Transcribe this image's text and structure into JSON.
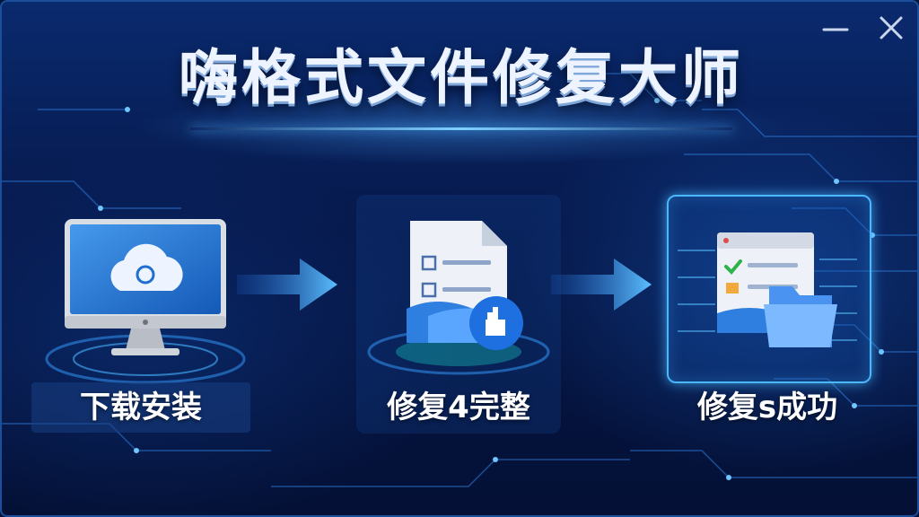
{
  "window": {
    "title": "嗨格式文件修复大师",
    "controls": {
      "minimize_icon": "minimize-icon",
      "close_icon": "close-icon"
    }
  },
  "steps": [
    {
      "label": "下载安装",
      "icon": "monitor-cloud-icon",
      "active": false
    },
    {
      "label": "修复4完整",
      "icon": "document-repair-icon",
      "active": false
    },
    {
      "label": "修复s成功",
      "icon": "folder-success-icon",
      "active": true
    }
  ],
  "colors": {
    "background": "#06184a",
    "accent": "#49b8ff",
    "title_text": "#eef4ff",
    "label_text": "#ffffff"
  }
}
